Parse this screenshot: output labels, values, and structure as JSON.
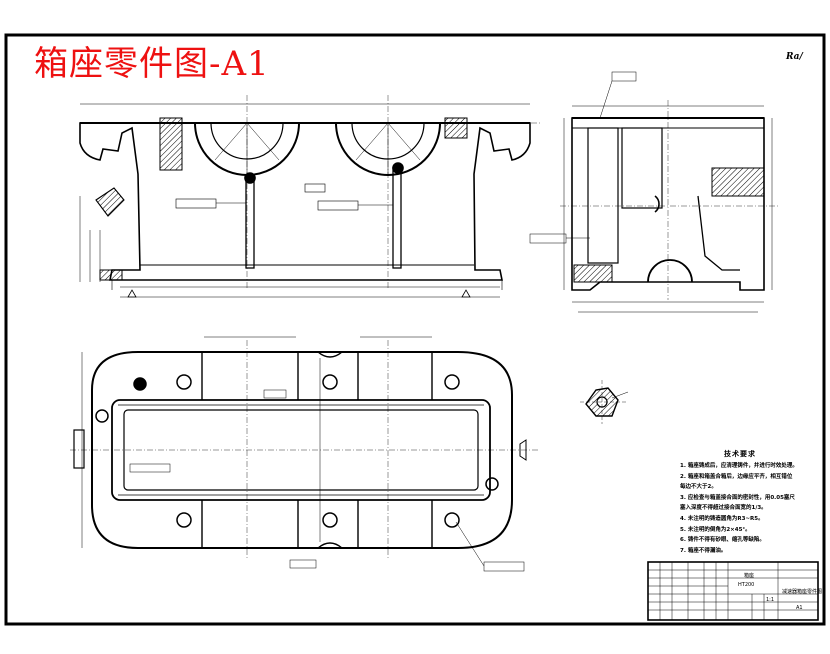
{
  "drawing": {
    "title": "箱座零件图-A1",
    "title_color": "#ee1111",
    "corner_roughness": "Ra/",
    "line_color": "#000000"
  },
  "technical_requirements": {
    "heading": "技术要求",
    "items": [
      "1. 箱座铸成后，应清理铸件，并进行时效处理。",
      "2. 箱座和箱盖合箱后，边缘应平齐，相互错位",
      "   每边不大于2。",
      "3. 应检查与箱盖接合面的密封性，用0.05塞尺",
      "   塞入深度不得超过接合面宽的1/3。",
      "4. 未注明的铸造圆角为R3~R5。",
      "5. 未注明的倒角为2×45°。",
      "6. 铸件不得有砂眼、缩孔等缺陷。",
      "7. 箱座不得漏油。"
    ]
  },
  "title_block": {
    "part_name": "箱座",
    "material": "HT200",
    "drawing_name": "减速器箱座零件图",
    "scale": "1:1",
    "sheet": "A1"
  }
}
